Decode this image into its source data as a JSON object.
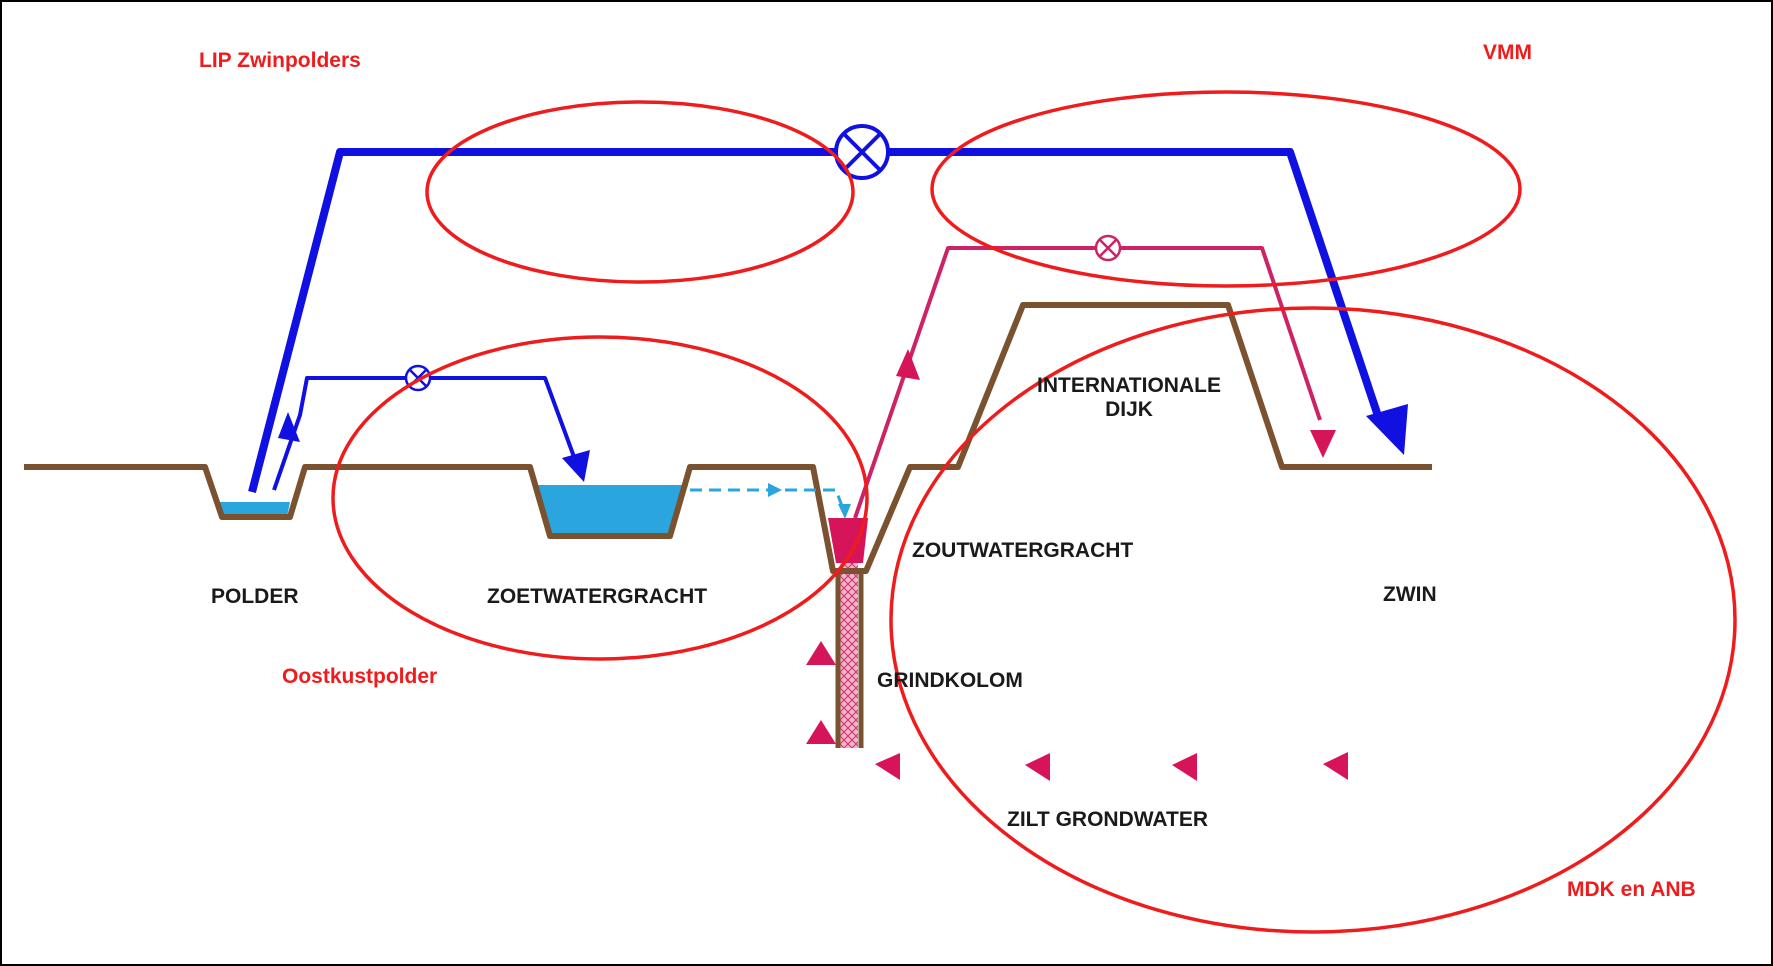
{
  "organisations": {
    "lip": "LIP Zwinpolders",
    "vmm": "VMM",
    "oostkust": "Oostkustpolder",
    "mdk": "MDK en ANB"
  },
  "labels": {
    "polder": "POLDER",
    "zoetwatergracht": "ZOETWATERGRACHT",
    "zoutwatergracht": "ZOUTWATERGRACHT",
    "internationale_line1": "INTERNATIONALE",
    "internationale_line2": "DIJK",
    "zwin": "ZWIN",
    "grindkolom": "GRINDKOLOM",
    "zilt": "ZILT GRONDWATER"
  },
  "colors": {
    "ground": "#7a5230",
    "fresh_pipe": "#1010e0",
    "fresh_water": "#2aa5dd",
    "salt_pipe": "#cc2266",
    "salt_water": "#d6145a",
    "highlight": "#ee1c1c"
  }
}
